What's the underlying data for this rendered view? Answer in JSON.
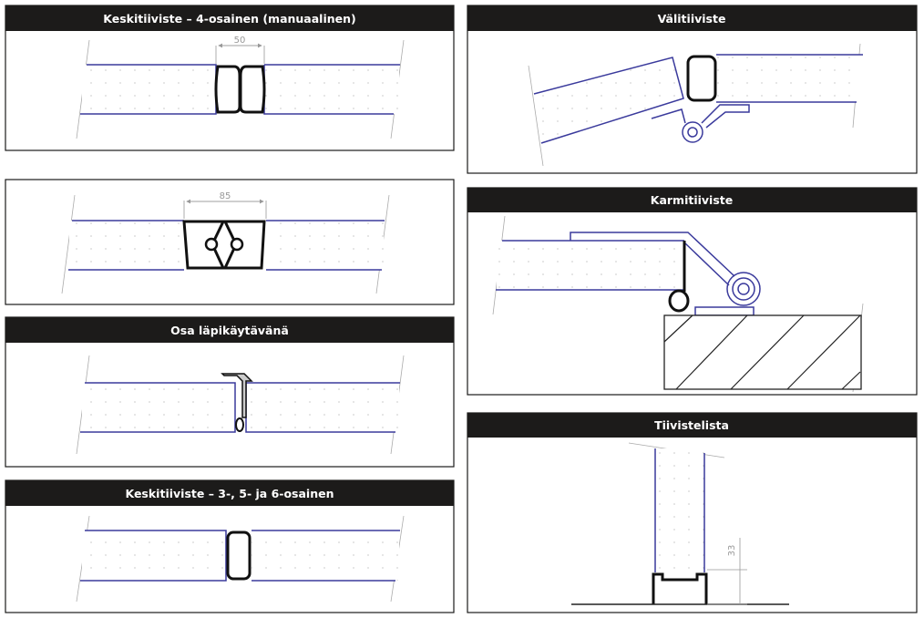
{
  "panels": [
    {
      "title": "Keskitiiviste – 4-osainen (manuaalinen)",
      "dimension": "50"
    },
    {
      "title": "",
      "dimension": "85"
    },
    {
      "title": "Osa läpikäytävänä"
    },
    {
      "title": "Keskitiiviste – 3-, 5- ja 6-osainen"
    },
    {
      "title": "Välitiiviste"
    },
    {
      "title": "Karmitiiviste"
    },
    {
      "title": "Tiivistelista",
      "dimension": "33"
    }
  ],
  "colors": {
    "header": "#1c1b1a",
    "panel_edge": "#3a3a9c",
    "seal": "#111111"
  }
}
